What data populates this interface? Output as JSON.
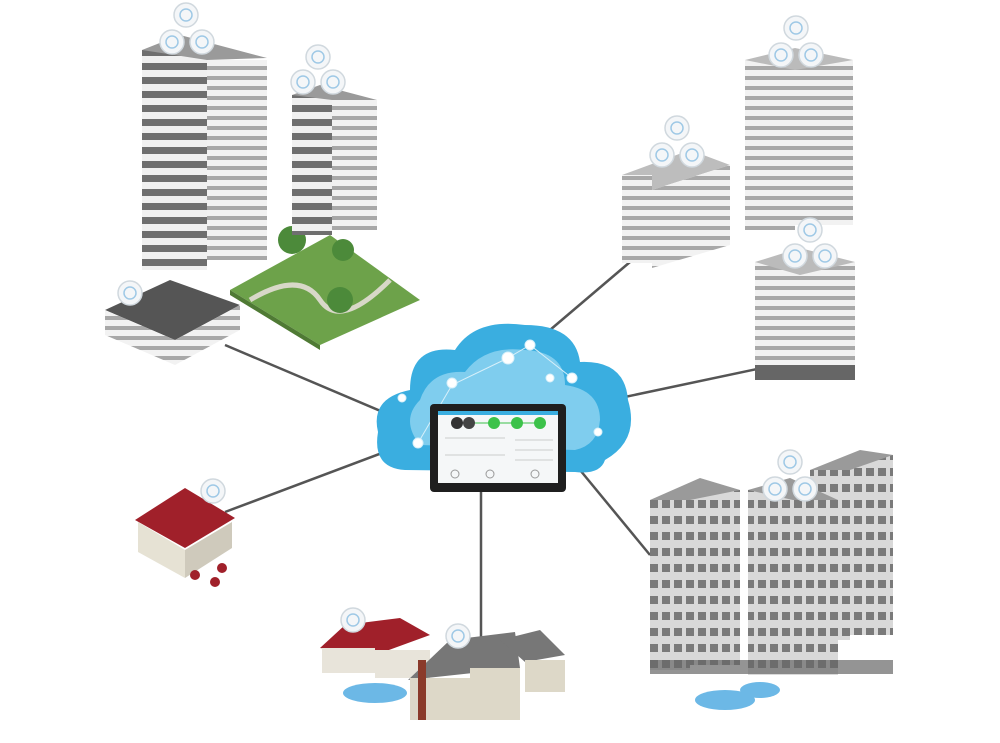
{
  "diagram": {
    "type": "network-topology-illustration",
    "hub": {
      "icon": "cloud-icon",
      "device": "tablet-dashboard-icon"
    },
    "nodes": [
      {
        "id": "office-towers-park",
        "icon": "office-building-icon",
        "access_points": 6
      },
      {
        "id": "low-office",
        "icon": "office-building-icon",
        "access_points": 1
      },
      {
        "id": "mid-office",
        "icon": "office-building-icon",
        "access_points": 3
      },
      {
        "id": "twin-towers",
        "icon": "tower-building-icon",
        "access_points": 6
      },
      {
        "id": "apartment-complex",
        "icon": "apartment-building-icon",
        "access_points": 3
      },
      {
        "id": "houses",
        "icon": "house-icon",
        "access_points": 2
      },
      {
        "id": "restaurant",
        "icon": "restaurant-icon",
        "access_points": 1
      }
    ],
    "colors": {
      "cloud": "#3aaee0",
      "cloud_light": "#bfe6f7",
      "link_line": "#555555",
      "building_grey": "#8a8a8a",
      "roof_red": "#a0202a",
      "grass": "#6da24a",
      "pool": "#6cb8e6",
      "status_green": "#3cc24a"
    }
  }
}
